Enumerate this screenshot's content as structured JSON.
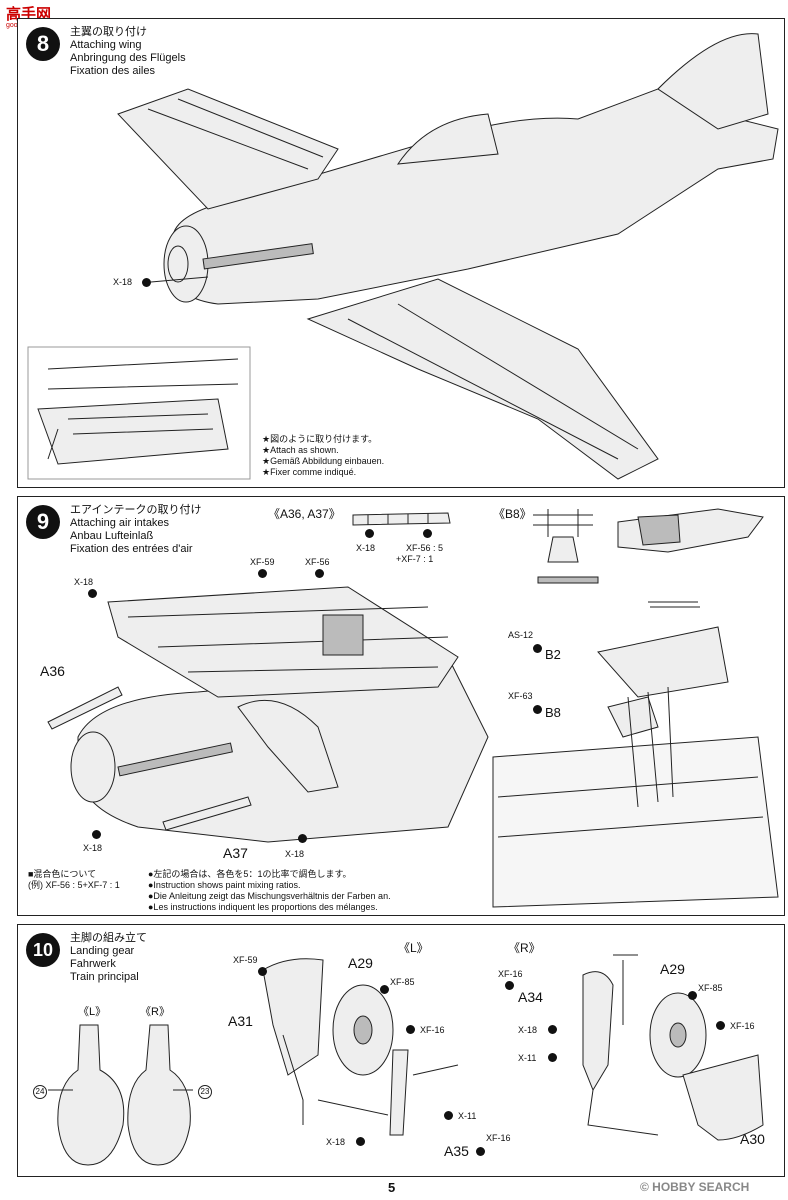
{
  "header": {
    "logo_text": "高手网",
    "logo_sub": "goo-shou.com"
  },
  "step8": {
    "number": "8",
    "title_jp": "主翼の取り付け",
    "title_en": "Attaching wing",
    "title_de": "Anbringung des Flügels",
    "title_fr": "Fixation des ailes",
    "part_label": "X-18",
    "notes": [
      "★図のように取り付けます。",
      "★Attach as shown.",
      "★Gemäß Abbildung einbauen.",
      "★Fixer comme indiqué."
    ]
  },
  "step9": {
    "number": "9",
    "title_jp": "エアインテークの取り付け",
    "title_en": "Attaching air intakes",
    "title_de": "Anbau Lufteinlaß",
    "title_fr": "Fixation des entrées d'air",
    "callout_a": "《A36, A37》",
    "callout_b": "《B8》",
    "labels": {
      "x18_a": "X-18",
      "xf56_mix_1": "XF-56 : 5",
      "xf56_mix_2": "+XF-7 : 1",
      "x18_b": "X-18",
      "xf59": "XF-59",
      "xf56": "XF-56",
      "a36": "A36",
      "a37": "A37",
      "x18_c": "X-18",
      "x18_d": "X-18",
      "as12": "AS-12",
      "b2": "B2",
      "xf63": "XF-63",
      "b8": "B8"
    },
    "mix_title": "■混合色について",
    "mix_example": "(例) XF-56 : 5+XF-7 : 1",
    "mix_notes": [
      "●左記の場合は、各色を5：1の比率で調色します。",
      "●Instruction shows paint mixing ratios.",
      "●Die Anleitung zeigt das Mischungsverhältnis der Farben an.",
      "●Les instructions indiquent les proportions des mélanges."
    ]
  },
  "step10": {
    "number": "10",
    "title_jp": "主脚の組み立て",
    "title_en": "Landing gear",
    "title_de": "Fahrwerk",
    "title_fr": "Train principal",
    "left_L": "《L》",
    "left_R": "《R》",
    "tag_24": "24",
    "tag_23": "23",
    "L_header": "《L》",
    "R_header": "《R》",
    "L": {
      "xf59": "XF-59",
      "a29": "A29",
      "xf85": "XF-85",
      "a31": "A31",
      "xf16": "XF-16",
      "x11": "X-11",
      "x18": "X-18",
      "a35": "A35",
      "xf16b": "XF-16"
    },
    "R": {
      "xf16": "XF-16",
      "a34": "A34",
      "a29": "A29",
      "xf85": "XF-85",
      "x18": "X-18",
      "x11": "X-11",
      "xf16b": "XF-16",
      "a30": "A30"
    }
  },
  "footer": {
    "page": "5",
    "watermark": "© HOBBY SEARCH"
  }
}
